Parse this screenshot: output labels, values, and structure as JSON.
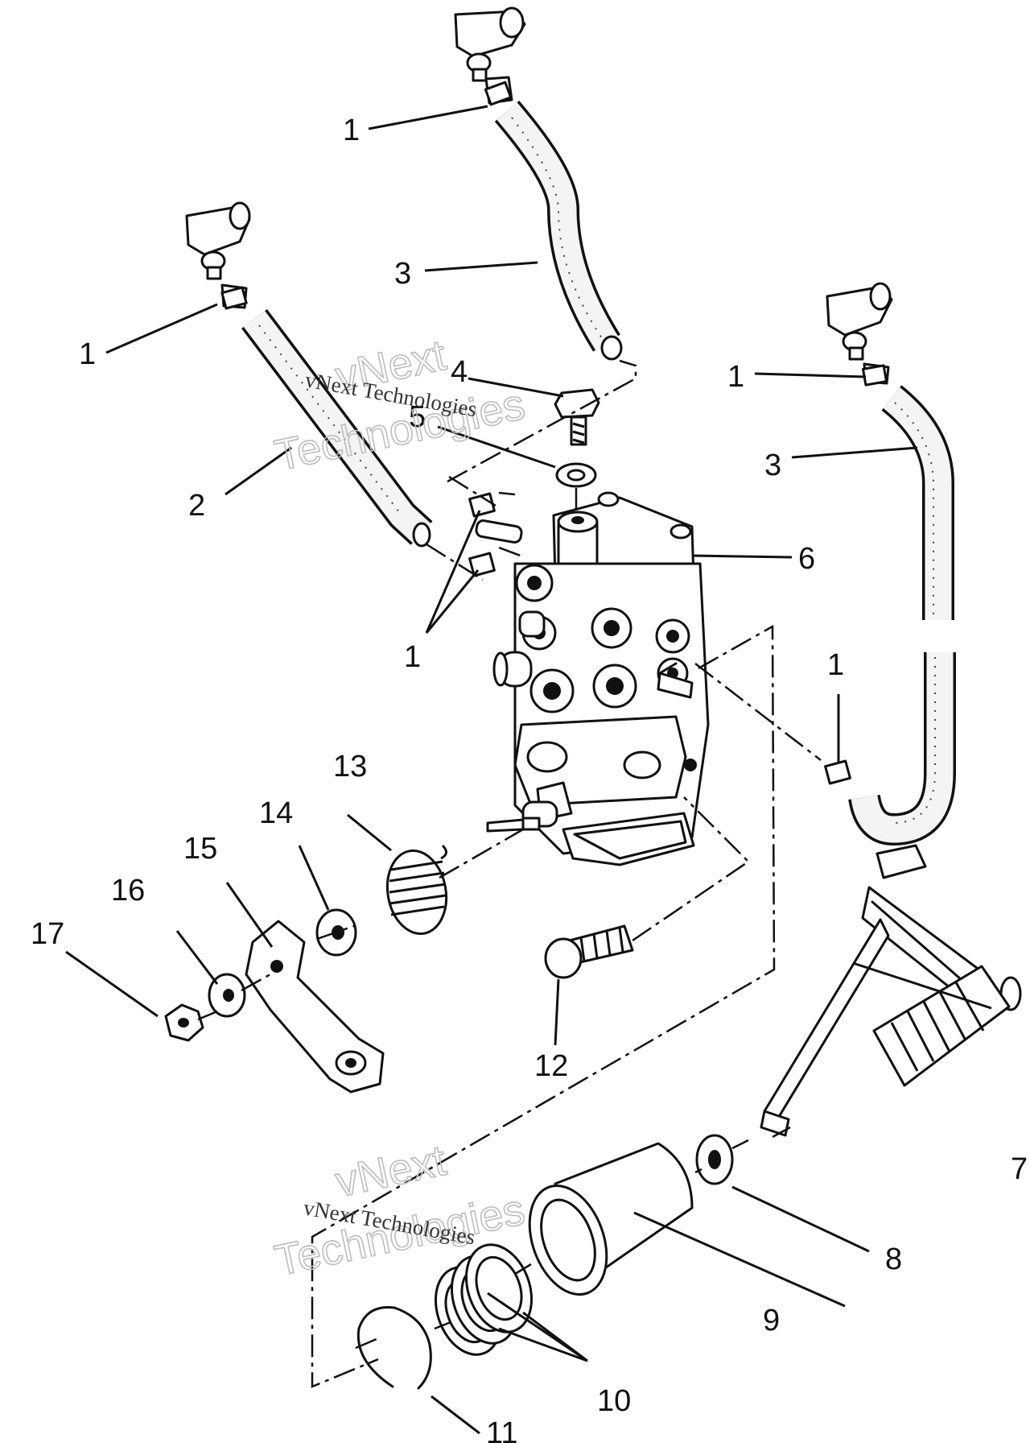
{
  "callouts": {
    "c1_top": "1",
    "c1_left": "1",
    "c1_right": "1",
    "c1_pair": "1",
    "c1_lower_right": "1",
    "c2": "2",
    "c3_top": "3",
    "c3_right": "3",
    "c4": "4",
    "c5": "5",
    "c6": "6",
    "c7": "7",
    "c8": "8",
    "c9": "9",
    "c10": "10",
    "c11": "11",
    "c12": "12",
    "c13": "13",
    "c14": "14",
    "c15": "15",
    "c16": "16",
    "c17": "17"
  },
  "watermark": {
    "line_small": "vNext Technologies",
    "line_big_1": "vNext",
    "line_big_2": "Technologies"
  }
}
